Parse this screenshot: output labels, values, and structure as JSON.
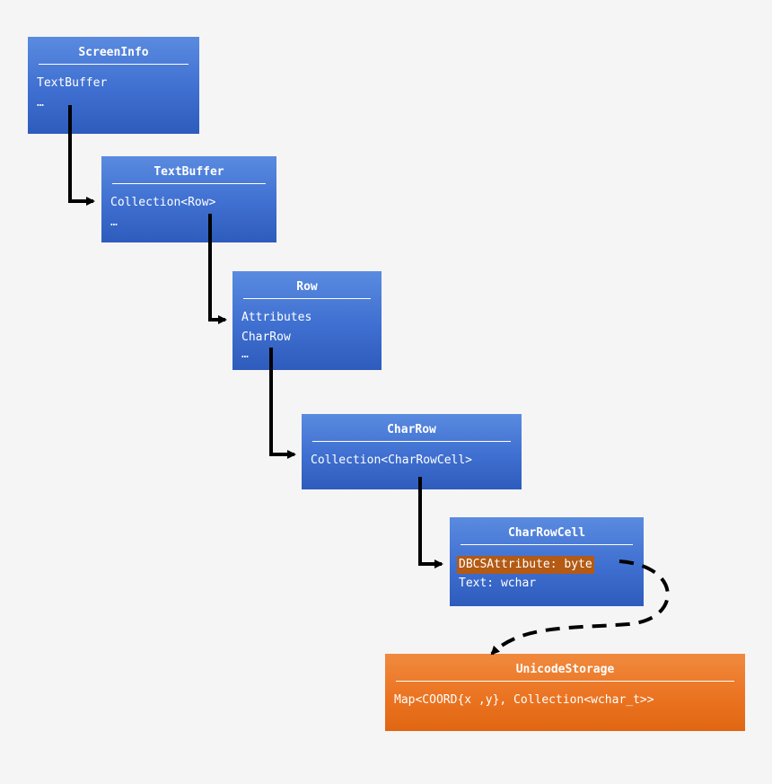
{
  "boxes": {
    "screeninfo": {
      "title": "ScreenInfo",
      "fields": [
        "TextBuffer",
        "…"
      ]
    },
    "textbuffer": {
      "title": "TextBuffer",
      "fields": [
        "Collection<Row>",
        "…"
      ]
    },
    "row": {
      "title": "Row",
      "fields": [
        "Attributes",
        "CharRow",
        "…"
      ]
    },
    "charrow": {
      "title": "CharRow",
      "fields": [
        "Collection<CharRowCell>"
      ]
    },
    "charrowcell": {
      "title": "CharRowCell",
      "fields": [
        "DBCSAttribute: byte",
        "Text: wchar"
      ]
    },
    "unicodestorage": {
      "title": "UnicodeStorage",
      "fields": [
        "Map<COORD{x ,y}, Collection<wchar_t>>"
      ]
    }
  },
  "colors": {
    "box_blue": "#3f6fd0",
    "box_orange": "#eb7422",
    "highlight": "#b35a14",
    "arrow": "#000000"
  }
}
